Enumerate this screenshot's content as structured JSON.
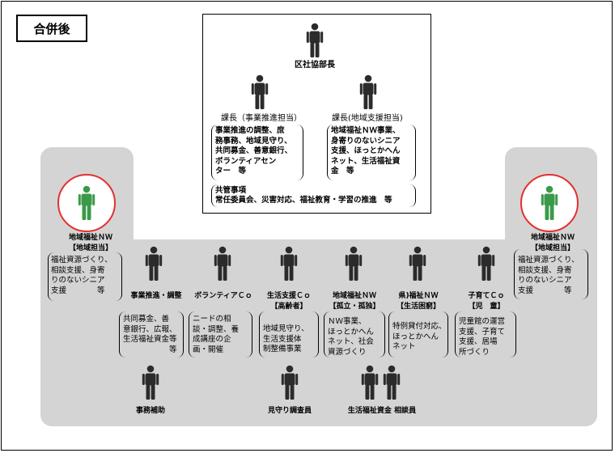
{
  "title": "合併後",
  "director": "区社協部長",
  "section_chiefs": {
    "business": {
      "title": "課長（事業推進担当）",
      "duties": "事業推進の調整、庶\n務事務、地域見守り、\n共同募金、善意銀行、\nボランティアセン\nター　等"
    },
    "regional": {
      "title": "課長(地域支援担当)",
      "duties": "地域福祉ＮＷ事業、\n身寄りのないシニア\n支援、ほっとかへん\nネット、生活福祉資\n金　等"
    }
  },
  "common": {
    "title": "共管事項",
    "body": "常任委員会、災害対応、福祉教育・学習の推進　等"
  },
  "nw_left": {
    "title": "地域福祉ＮＷ\n【地域担当】",
    "duties": "福祉資源づくり、\n相談支援、身寄\nりのないシニア\n支援　　　　等"
  },
  "nw_right": {
    "title": "地域福祉ＮＷ\n【地域担当】",
    "duties": "福祉資源づくり、\n相談支援、身寄\nりのないシニア\n支援　　　　等"
  },
  "units": [
    {
      "title": "事業推進・調整",
      "duties": "共同募金、善\n意銀行、広報、\n生活福祉資金等\n　　　　　　等"
    },
    {
      "title": "ボランティアＣｏ",
      "duties": "ニードの相\n談・調整、養\n成講座の企\n画・開催"
    },
    {
      "title": "生活支援Ｃｏ\n【高齢者】",
      "duties": "地域見守り、\n生活支援体\n制整備事業"
    },
    {
      "title": "地域福祉ＮＷ\n【孤立・孤独】",
      "duties": "ＮＷ事業、\nほっとかへん\nネット、社会\n資源づくり"
    },
    {
      "title": "県)福祉ＮＷ\n【生活困窮】",
      "duties": "特例貸付対応、\nほっとかへん\nネット"
    },
    {
      "title": "子育てＣｏ\n【児　童】",
      "duties": "児童館の運営\n支援、子育て\n支援、居場\n所づくり"
    }
  ],
  "bottom_roles": {
    "clerk": "事務補助",
    "monitor": "見守り調査員",
    "counselor": "生活福祉資金 相談員"
  },
  "colors": {
    "highlight_person": "#3a9a4a",
    "person": "#2b2b2b",
    "circle": "#e53030",
    "panel": "#d4d4d4"
  }
}
